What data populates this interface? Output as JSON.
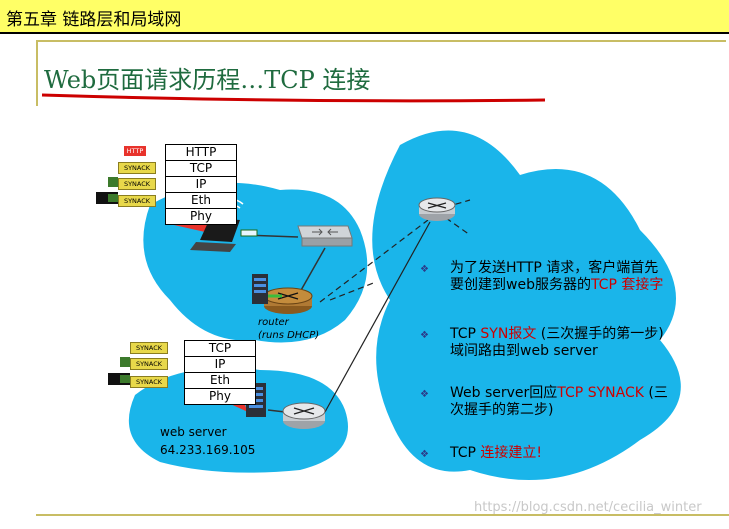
{
  "header": {
    "chapter_title": "第五章 链路层和局域网"
  },
  "slide": {
    "title": "Web页面请求历程…TCP 连接"
  },
  "client": {
    "stack": [
      "HTTP",
      "TCP",
      "IP",
      "Eth",
      "Phy"
    ],
    "http_tag": "HTTP",
    "tags": [
      "SYNACK",
      "SYNACK",
      "SYNACK"
    ]
  },
  "server": {
    "stack": [
      "TCP",
      "IP",
      "Eth",
      "Phy"
    ],
    "tags": [
      "SYNACK",
      "SYNACK",
      "SYNACK"
    ],
    "label": "web server",
    "ip": "64.233.169.105"
  },
  "router": {
    "label": "router",
    "sublabel": "(runs DHCP)"
  },
  "bullets": [
    {
      "lines": [
        [
          {
            "t": "为了发送HTTP 请求，客户端首先"
          }
        ],
        [
          {
            "t": "要创建到web服务器的"
          },
          {
            "t": "TCP 套接字",
            "red": true
          }
        ]
      ]
    },
    {
      "lines": [
        [
          {
            "t": "TCP "
          },
          {
            "t": "SYN报文",
            "red": true
          },
          {
            "t": "  (三次握手的第一步)"
          }
        ],
        [
          {
            "t": "域间路由到web server"
          }
        ]
      ]
    },
    {
      "lines": [
        [
          {
            "t": "Web server回应"
          },
          {
            "t": "TCP SYNACK",
            "red": true
          },
          {
            "t": " (三"
          }
        ],
        [
          {
            "t": "次握手的第二步)"
          }
        ]
      ]
    },
    {
      "lines": [
        [
          {
            "t": "TCP "
          },
          {
            "t": "连接建立!",
            "red": true
          }
        ]
      ]
    }
  ],
  "watermark": "https://blog.csdn.net/cecilia_winter",
  "colors": {
    "header_bg": "#ffff66",
    "title_green": "#1f6b3f",
    "cloud": "#1ab5ea",
    "accent_red": "#cc0000"
  }
}
